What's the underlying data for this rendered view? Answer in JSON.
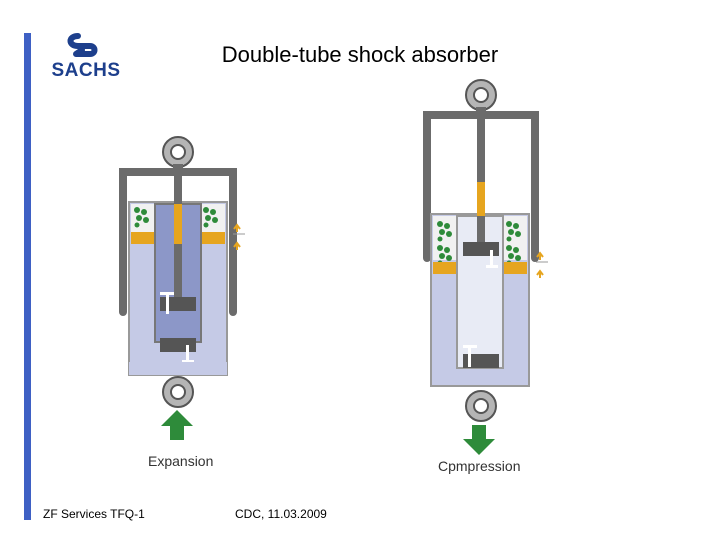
{
  "slide": {
    "title": "Double-tube shock absorber",
    "logo_text": "SACHS",
    "expansion_label": "Expansion",
    "compression_label": "Cpmpression",
    "footer_left": "ZF Services  TFQ-1",
    "footer_center": "CDC, 11.03.2009"
  },
  "colors": {
    "accent": "#3e60c4",
    "brand": "#1d3f8c",
    "tube_gray": "#6b6b6b",
    "fluid_blue": "#8c97c8",
    "fluid_light": "#e8ebf5",
    "valve_orange": "#e6a51f",
    "gas_green": "#2e8b3a",
    "arrow_green": "#2e8b3a"
  },
  "icons": [
    "sachs-logo-icon",
    "arrow-up-icon",
    "arrow-down-icon"
  ]
}
